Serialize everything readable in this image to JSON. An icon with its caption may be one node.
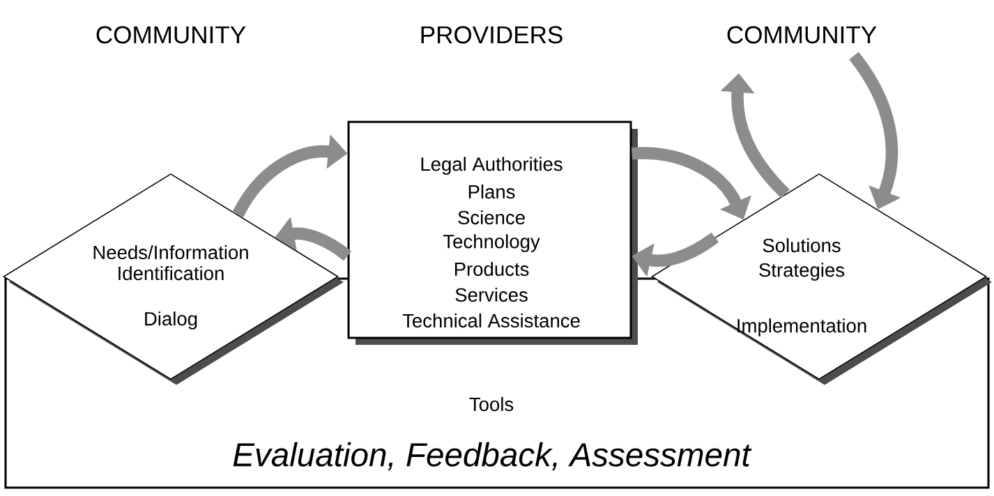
{
  "diagram": {
    "nodes": [
      {
        "text": [
          "Evaluation, Feedback, Assessment"
        ]
      },
      {
        "text": [
          "Needs/Information Identification"
        ]
      },
      {
        "text": [
          "Legal Authorities",
          "Plans",
          "Science",
          "Technology",
          "Products",
          "Services",
          "Technical Assistance"
        ]
      },
      {
        "text": [
          "Solutions",
          "Strategies"
        ]
      }
    ],
    "labels": [
      "COMMUNITY",
      "PROVIDERS",
      "COMMUNITY",
      "Dialog",
      "Implementation",
      "Tools"
    ],
    "edges": [
      {
        "from": 1,
        "to": 2,
        "arrow": "to"
      },
      {
        "from": 2,
        "to": 1,
        "arrow": "to"
      },
      {
        "from": 2,
        "to": 3,
        "arrow": "to"
      },
      {
        "from": 3,
        "to": 2,
        "arrow": "to"
      },
      {
        "from": 3,
        "to": null,
        "arrow": "to"
      },
      {
        "from": null,
        "to": 3,
        "arrow": "to"
      }
    ]
  }
}
